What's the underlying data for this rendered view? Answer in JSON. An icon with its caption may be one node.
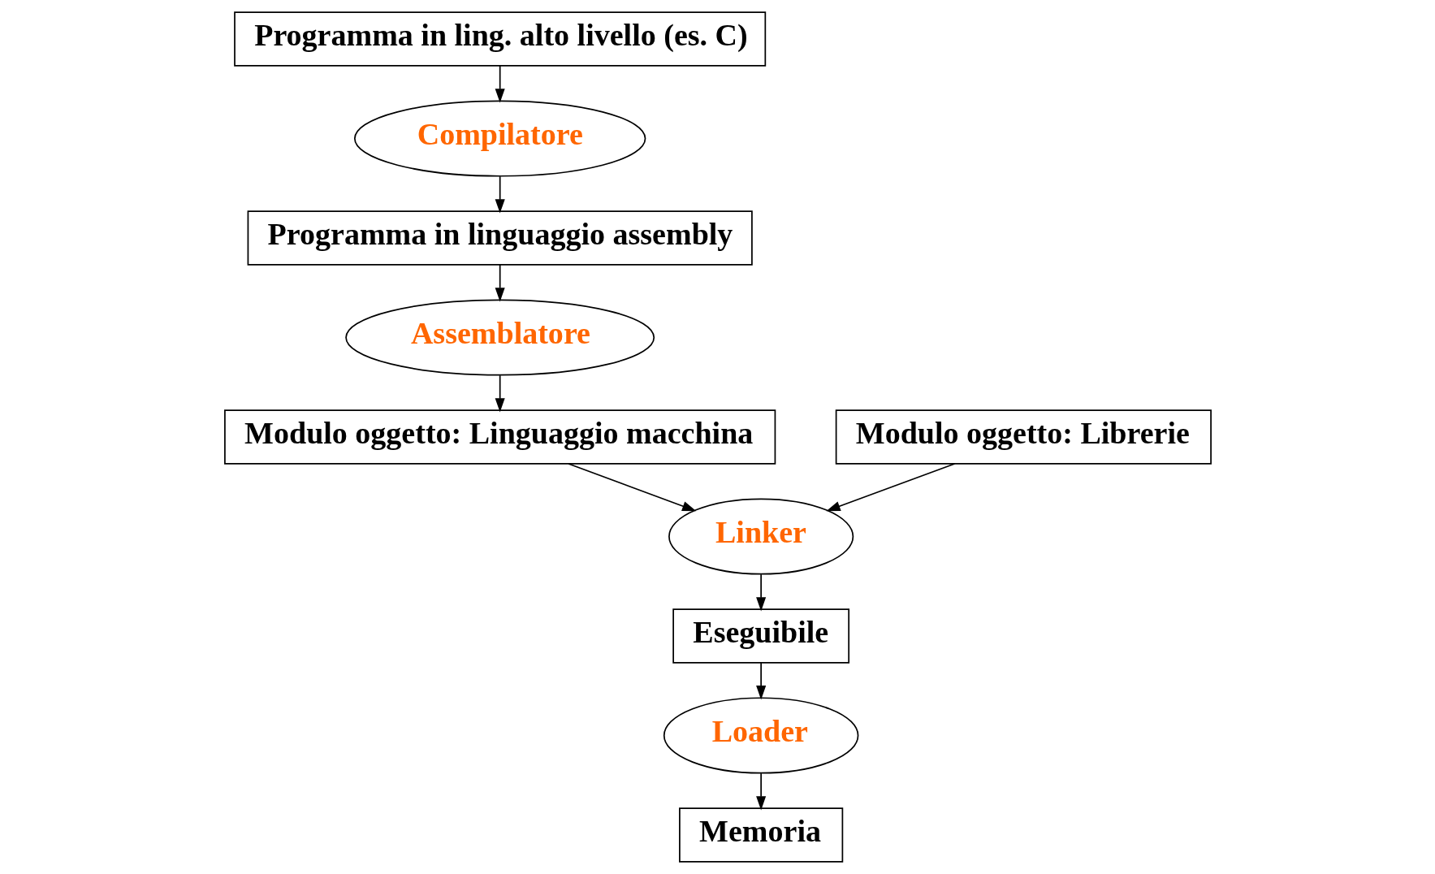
{
  "diagram": {
    "nodes": [
      {
        "text": [
          "Programma in ling. alto livello (es. C)"
        ]
      },
      {
        "text": [
          "Compilatore"
        ]
      },
      {
        "text": [
          "Programma in linguaggio assembly"
        ]
      },
      {
        "text": [
          "Assemblatore"
        ]
      },
      {
        "text": [
          "Modulo oggetto: Linguaggio macchina"
        ]
      },
      {
        "text": [
          "Modulo oggetto: Librerie"
        ]
      },
      {
        "text": [
          "Linker"
        ]
      },
      {
        "text": [
          "Eseguibile"
        ]
      },
      {
        "text": [
          "Loader"
        ]
      },
      {
        "text": [
          "Memoria"
        ]
      }
    ],
    "edges": [
      {
        "from": 0,
        "to": 1,
        "arrow": "to"
      },
      {
        "from": 1,
        "to": 2,
        "arrow": "to"
      },
      {
        "from": 2,
        "to": 3,
        "arrow": "to"
      },
      {
        "from": 3,
        "to": 4,
        "arrow": "to"
      },
      {
        "from": 4,
        "to": 6,
        "arrow": "to"
      },
      {
        "from": 5,
        "to": 6,
        "arrow": "to"
      },
      {
        "from": 6,
        "to": 7,
        "arrow": "to"
      },
      {
        "from": 7,
        "to": 8,
        "arrow": "to"
      },
      {
        "from": 8,
        "to": 9,
        "arrow": "to"
      }
    ]
  }
}
